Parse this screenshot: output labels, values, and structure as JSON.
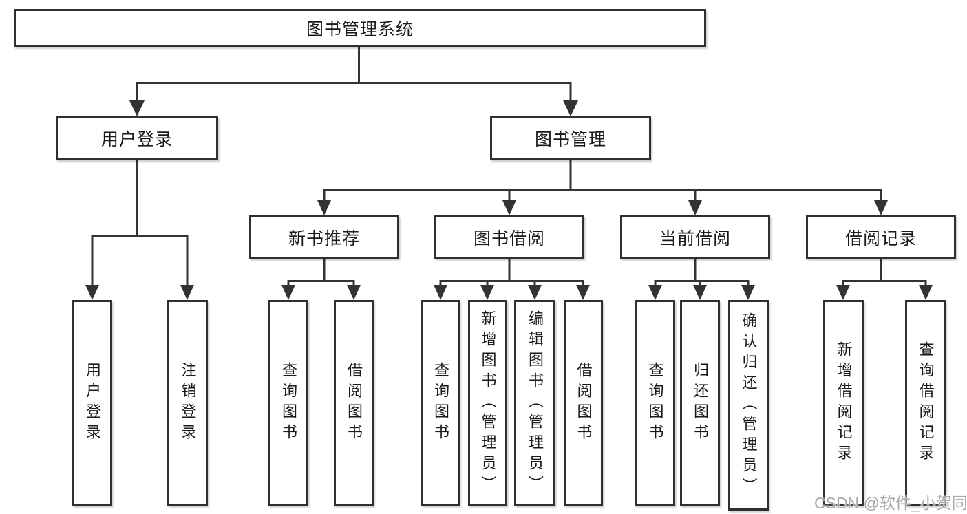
{
  "diagram_title": "图书管理系统",
  "hierarchy": {
    "label": "图书管理系统",
    "children": [
      {
        "label": "用户登录",
        "children": [
          {
            "label": "用户登录"
          },
          {
            "label": "注销登录"
          }
        ]
      },
      {
        "label": "图书管理",
        "children": [
          {
            "label": "新书推荐",
            "children": [
              {
                "label": "查询图书"
              },
              {
                "label": "借阅图书"
              }
            ]
          },
          {
            "label": "图书借阅",
            "children": [
              {
                "label": "查询图书"
              },
              {
                "label": "新增图书（管理员）"
              },
              {
                "label": "编辑图书（管理员）"
              },
              {
                "label": "借阅图书"
              }
            ]
          },
          {
            "label": "当前借阅",
            "children": [
              {
                "label": "查询图书"
              },
              {
                "label": "归还图书"
              },
              {
                "label": "确认归还（管理员）"
              }
            ]
          },
          {
            "label": "借阅记录",
            "children": [
              {
                "label": "新增借阅记录"
              },
              {
                "label": "查询借阅记录"
              }
            ]
          }
        ]
      }
    ]
  },
  "watermark": {
    "text": "CSDN @软件_小贺同学"
  },
  "colors": {
    "line": "#333333",
    "box_border": "#2f2f2f",
    "box_fill": "#ffffff",
    "text": "#1a1a1a",
    "watermark": "#a9a9a9",
    "background": "#ffffff"
  }
}
